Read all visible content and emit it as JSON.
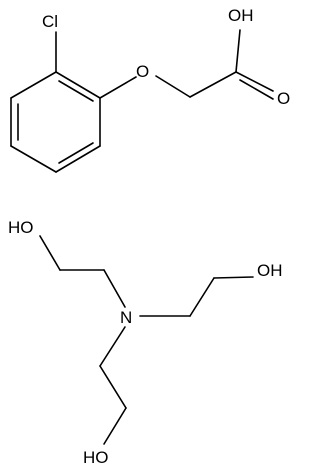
{
  "molecules": [
    {
      "atoms": {
        "cl": "Cl",
        "o_ether": "O",
        "oh_acid": "OH",
        "o_carbonyl": "O"
      }
    },
    {
      "atoms": {
        "n": "N",
        "oh_1": "HO",
        "oh_2": "OH",
        "oh_3": "HO"
      }
    }
  ],
  "colors": {
    "bond": "#000000",
    "label": "#000000"
  }
}
